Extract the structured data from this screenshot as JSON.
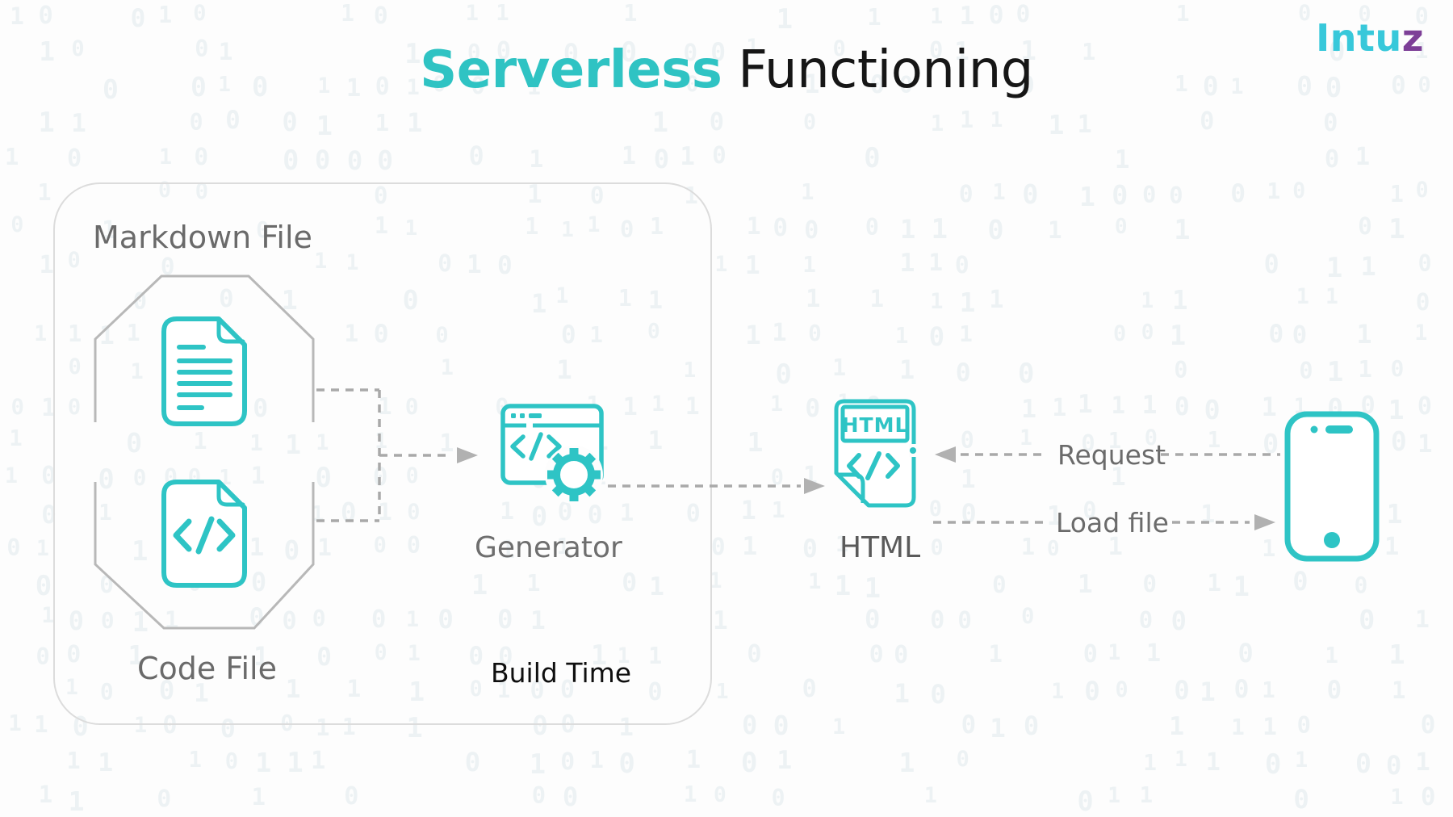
{
  "title": {
    "highlight": "Serverless",
    "rest": " Functioning"
  },
  "logo": {
    "prefix": "Intu",
    "accent": "z"
  },
  "build_box": {
    "markdown_file_label": "Markdown File",
    "code_file_label": "Code File",
    "build_time_label": "Build Time",
    "generator_label": "Generator"
  },
  "output": {
    "html_label": "HTML",
    "html_icon_text": "HTML"
  },
  "arrows": {
    "request_label": "Request",
    "load_file_label": "Load file"
  },
  "icons": [
    "markdown-document-icon",
    "code-file-icon",
    "generator-browser-gear-icon",
    "html-file-icon",
    "smartphone-icon"
  ],
  "colors": {
    "teal": "#2ec4c5",
    "title_teal": "#2fc3c3",
    "logo_cyan": "#38c8da",
    "logo_purple": "#7d3f97",
    "label_gray": "#6a6a6a",
    "dash_gray": "#a9a9a9",
    "arrowhead_gray": "#b1b1b1",
    "octagon_gray": "#b8b8b8",
    "container_border": "#dcdcdc",
    "text_black": "#161616",
    "background_digit": "#edf2f4"
  },
  "background_pattern": {
    "chars": [
      "1",
      "0"
    ]
  }
}
